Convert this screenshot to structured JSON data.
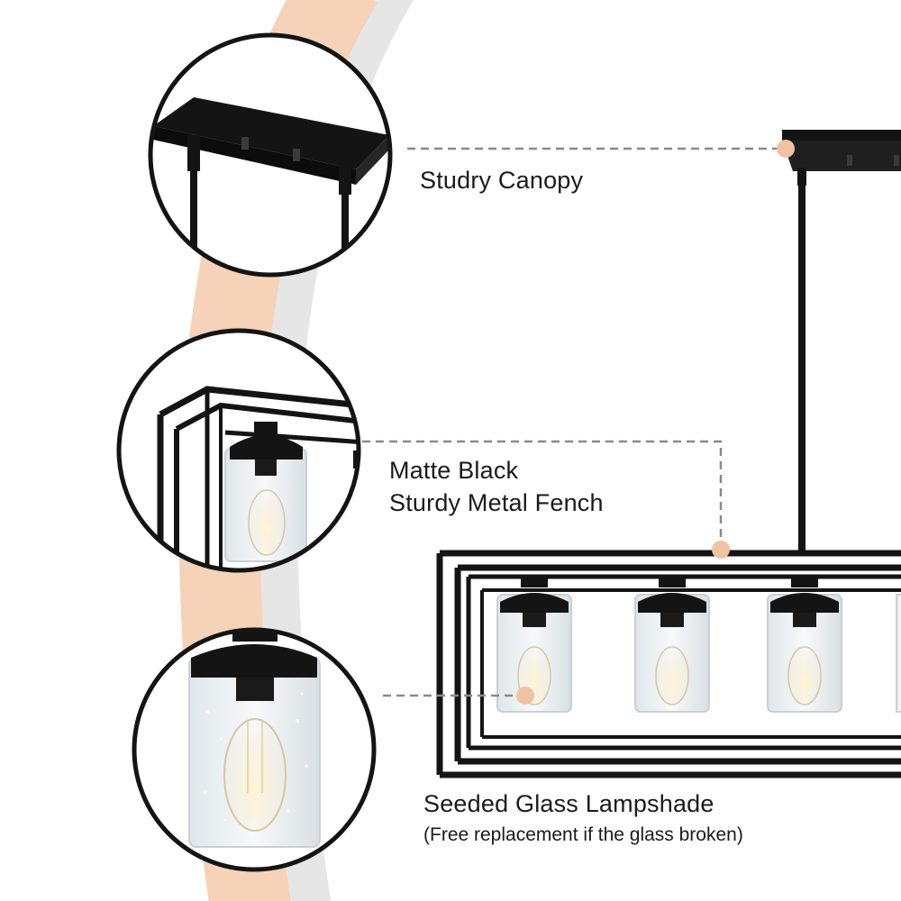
{
  "callouts": {
    "canopy": {
      "title": "Studry Canopy"
    },
    "frame": {
      "line1": "Matte Black",
      "line2": "Sturdy Metal Fench"
    },
    "glass": {
      "title": "Seeded Glass Lampshade",
      "note": "(Free replacement if the glass broken)"
    }
  },
  "colors": {
    "accent_band": "#f5d2b8",
    "gray_arc": "#e6e6e6",
    "marker_dot": "#f0c2a4",
    "leader_line": "#8a8a8a",
    "metal": "#141414"
  },
  "icons": {
    "canopy": "canopy-detail-icon",
    "frame": "frame-detail-icon",
    "glass": "glass-shade-detail-icon"
  }
}
